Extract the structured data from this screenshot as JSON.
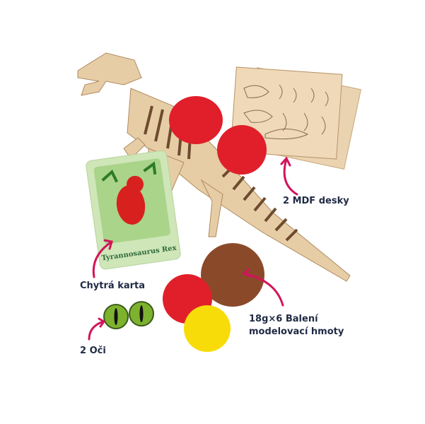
{
  "card": {
    "title": "Tyrannosaurus Rex"
  },
  "labels": {
    "mdf": "2 MDF desky",
    "card": "Chytrá karta",
    "clay_line1": "18g×6 Balení",
    "clay_line2": "modelovací hmoty",
    "eyes": "2 Oči"
  },
  "colors": {
    "arrow": "#d2145a",
    "wood": "#e6cda6",
    "wood_edge": "#6e4a2e",
    "red_clay": "#e01f2b",
    "brown_clay": "#8a4a2a",
    "yellow_clay": "#f7dc0a",
    "card_bg": "#cfe6b8",
    "label": "#1f2a44"
  }
}
